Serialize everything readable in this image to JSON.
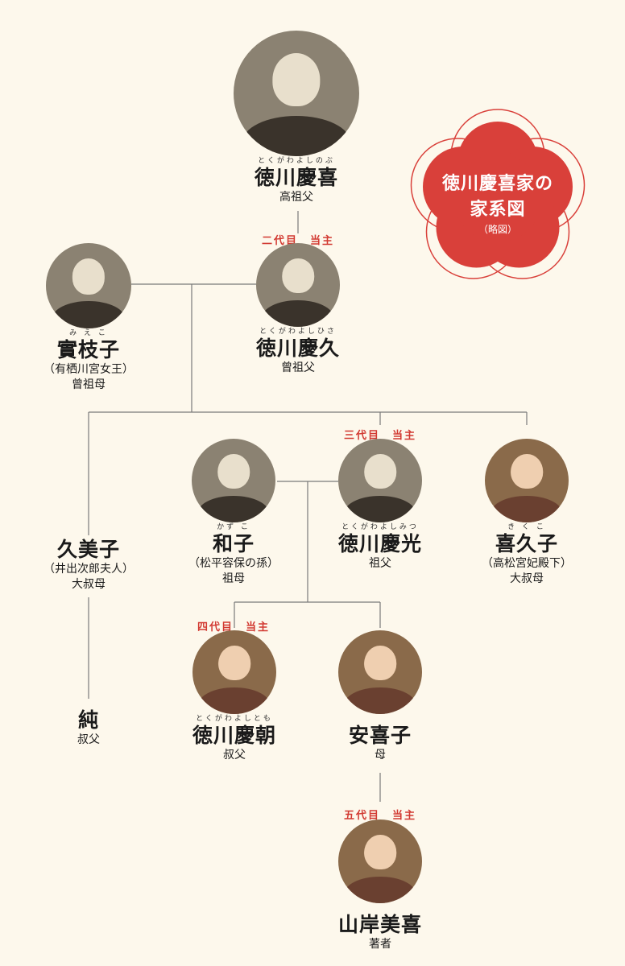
{
  "badge": {
    "title_line1": "徳川慶喜家の",
    "title_line2": "家系図",
    "subtitle": "（略図）",
    "color": "#d9403a"
  },
  "people": {
    "yoshinobu": {
      "ruby": "とくがわよしのぶ",
      "name": "徳川慶喜",
      "role": "高祖父"
    },
    "yoshihisa": {
      "gen": "二代目　当主",
      "ruby": "とくがわよしひさ",
      "name": "徳川慶久",
      "role": "曾祖父"
    },
    "mieko": {
      "ruby": "み え こ",
      "name": "實枝子",
      "note": "（有栖川宮女王）",
      "role": "曾祖母"
    },
    "kumiko": {
      "name": "久美子",
      "note": "（井出次郎夫人）",
      "role": "大叔母"
    },
    "kazuko": {
      "ruby": "かず こ",
      "name": "和子",
      "note": "（松平容保の孫）",
      "role": "祖母"
    },
    "yoshimitsu": {
      "gen": "三代目　当主",
      "ruby": "とくがわよしみつ",
      "name": "徳川慶光",
      "role": "祖父"
    },
    "kikuko": {
      "ruby": "き く こ",
      "name": "喜久子",
      "note": "（高松宮妃殿下）",
      "role": "大叔母"
    },
    "jun": {
      "name": "純",
      "role": "叔父"
    },
    "yoshitomo": {
      "gen": "四代目　当主",
      "ruby": "とくがわよしとも",
      "name": "徳川慶朝",
      "role": "叔父"
    },
    "akiko": {
      "name": "安喜子",
      "role": "母"
    },
    "miki": {
      "gen": "五代目　当主",
      "name": "山岸美喜",
      "role": "著者"
    }
  },
  "colors": {
    "accent": "#d23a32",
    "background": "#fdf8ec",
    "line": "#777777"
  }
}
